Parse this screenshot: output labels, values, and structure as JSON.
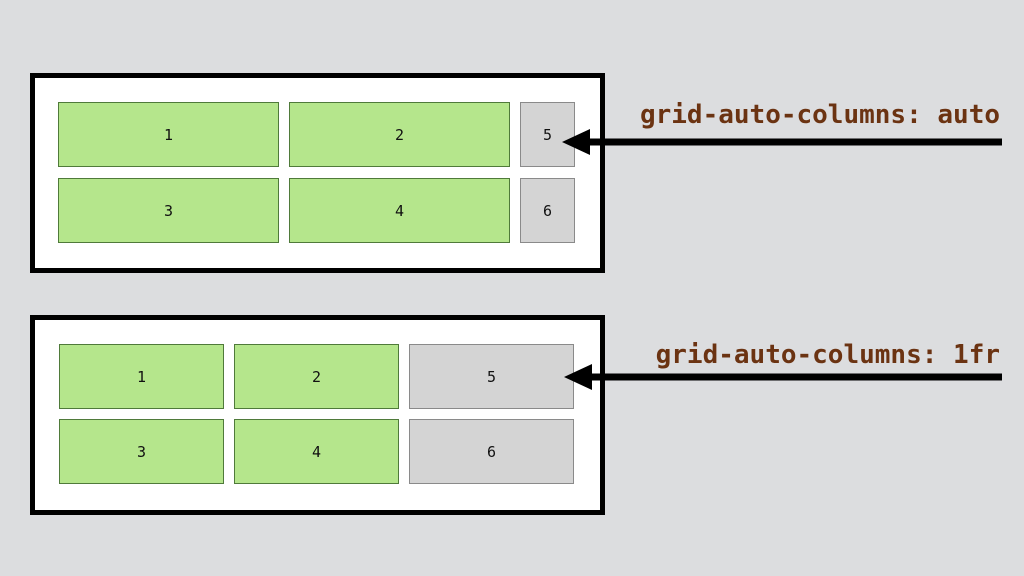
{
  "colors": {
    "background": "#dcdddf",
    "explicit_cell": "#b5e68c",
    "implicit_cell": "#d4d4d4",
    "label_text": "#6b3312",
    "arrow": "#000000"
  },
  "diagram_top": {
    "cells": [
      "1",
      "2",
      "5",
      "3",
      "4",
      "6"
    ],
    "label": "grid-auto-columns: auto"
  },
  "diagram_bottom": {
    "cells": [
      "1",
      "2",
      "5",
      "3",
      "4",
      "6"
    ],
    "label": "grid-auto-columns: 1fr"
  }
}
